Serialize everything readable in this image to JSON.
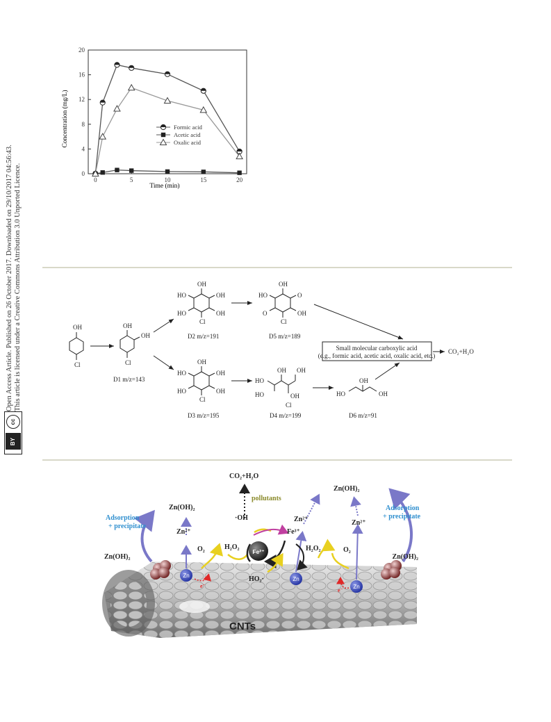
{
  "sidebar": {
    "line1": "Open Access Article. Published on 26 October 2017. Downloaded on 29/10/2017 04:56:43.",
    "line2": "This article is licensed under a Creative Commons Attribution 3.0 Unported Licence.",
    "cc_logo": "cc",
    "cc_by": "BY"
  },
  "chart_data": {
    "type": "line",
    "ylabel": "Concentration (mg/L)",
    "xlabel": "Time (min)",
    "xlim": [
      -1,
      21
    ],
    "ylim": [
      0,
      20
    ],
    "x_ticks": [
      0,
      5,
      10,
      15,
      20
    ],
    "y_ticks": [
      0,
      4,
      8,
      12,
      16,
      20
    ],
    "legend_position": "center-right",
    "series": [
      {
        "name": "Formic acid",
        "marker": "half-circle",
        "x": [
          0,
          1,
          3,
          5,
          10,
          15,
          20
        ],
        "values": [
          0,
          11.5,
          17.6,
          17.1,
          16.1,
          13.4,
          3.6
        ]
      },
      {
        "name": "Acetic acid",
        "marker": "filled-square",
        "x": [
          0,
          1,
          3,
          5,
          10,
          15,
          20
        ],
        "values": [
          0,
          0.2,
          0.6,
          0.5,
          0.35,
          0.3,
          0.15
        ]
      },
      {
        "name": "Oxalic acid",
        "marker": "open-triangle",
        "x": [
          0,
          1,
          3,
          5,
          10,
          15,
          20
        ],
        "values": [
          0,
          6,
          10.5,
          13.9,
          11.8,
          10.3,
          2.8
        ]
      }
    ]
  },
  "pathway": {
    "start_oh": "OH",
    "start_cl": "Cl",
    "d1_oh1": "OH",
    "d1_oh2": "OH",
    "d1_cl": "Cl",
    "d1_label": "D1 m/z=143",
    "d2_top": "OH",
    "d2_ho1": "HO",
    "d2_oh": "OH",
    "d2_ho2": "HO",
    "d2_oh2": "OH",
    "d2_cl": "Cl",
    "d2_label": "D2 m/z=191",
    "d5_top": "OH",
    "d5_ho": "HO",
    "d5_o1": "O",
    "d5_o2": "O",
    "d5_oh": "OH",
    "d5_cl": "Cl",
    "d5_label": "D5 m/z=189",
    "box_line1": "Small molecular carboxylic acid",
    "box_line2": "(e.g.,  formic acid, acetic acid, oxalic acid, etc.)",
    "product": "CO₂+H₂O",
    "d3_top": "OH",
    "d3_ho1": "HO",
    "d3_oh": "OH",
    "d3_ho2": "HO",
    "d3_oh2": "OH",
    "d3_cl": "Cl",
    "d3_label": "D3 m/z=195",
    "d4_oh1": "OH",
    "d4_ho": "HO",
    "d4_oh2": "OH",
    "d4_ho2": "HO",
    "d4_oh3": "OH",
    "d4_cl": "Cl",
    "d4_label": "D4 m/z=199",
    "d6_oh": "OH",
    "d6_ho": "HO",
    "d6_oh2": "OH",
    "d6_label": "D6 m/z=91"
  },
  "mechanism": {
    "co2_h2o": "CO₂+H₂O",
    "pollutants": "pollutants",
    "oh_radical": "·OH",
    "fe3": "Fe³⁺",
    "fe2": "Fe²⁺",
    "h2o2_left": "H₂O₂",
    "h2o2_right": "H₂O₂",
    "ho2": "HO₂·",
    "o2_left": "O₂",
    "o2_right": "O₂",
    "zn2_left": "Zn²⁺",
    "zn2_mid": "Zn²⁺",
    "zn2_right": "Zn²⁺",
    "znoh2_top_left": "Zn(OH)₂",
    "znoh2_top_right": "Zn(OH)₂",
    "znoh2_side_left": "Zn(OH)₂",
    "znoh2_side_right": "Zn(OH)₂",
    "adsorption_left_1": "Adsorption",
    "adsorption_left_2": "+ precipitate",
    "adsorption_right_1": "Adsorption",
    "adsorption_right_2": "+ precipitate",
    "zn": "Zn",
    "electron": "e⁻",
    "cnts": "CNTs",
    "colors": {
      "adsorption": "#2f8fcf",
      "pollutants": "#8a8a2a",
      "arrow_blue": "#7a78c8",
      "arrow_yellow": "#f2e23a",
      "arrow_red": "#e02828",
      "arrow_magenta": "#c040a0",
      "zn_ball": "#3040b0",
      "precipitate": "#8a2a2a"
    }
  }
}
